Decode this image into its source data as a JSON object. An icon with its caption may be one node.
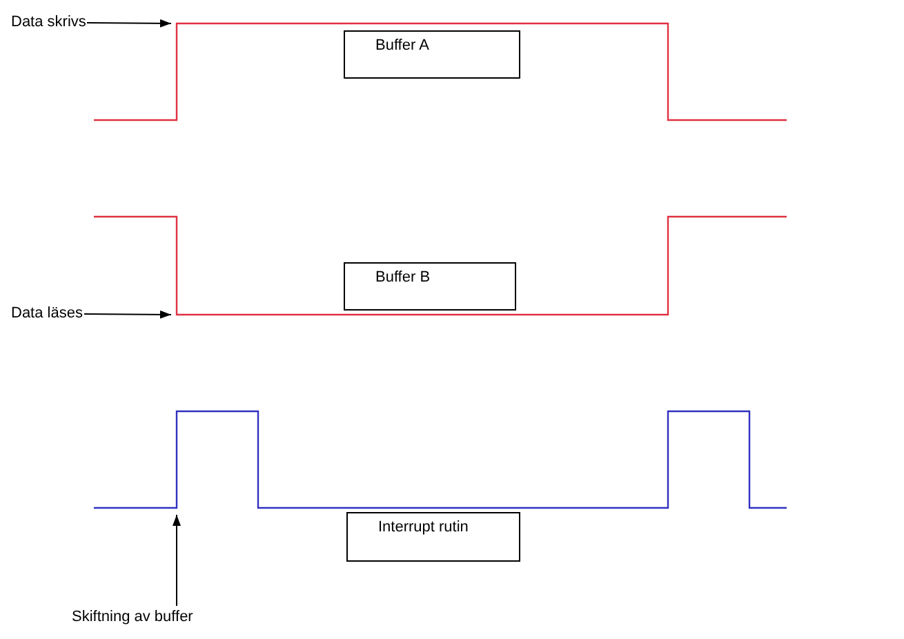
{
  "diagram": {
    "nodes": [
      {
        "text": [
          "Data skrivs"
        ]
      },
      {
        "text": [
          "Buffer A"
        ]
      },
      {
        "text": [
          "Buffer B"
        ]
      },
      {
        "text": [
          "Data läses"
        ]
      },
      {
        "text": [
          "Interrupt rutin"
        ]
      },
      {
        "text": [
          "Skiftning av buffer"
        ]
      }
    ],
    "edges": [
      {
        "from": 0,
        "to": null,
        "arrow": "to"
      },
      {
        "from": 3,
        "to": null,
        "arrow": "to"
      },
      {
        "from": 5,
        "to": null,
        "arrow": "to"
      }
    ]
  }
}
